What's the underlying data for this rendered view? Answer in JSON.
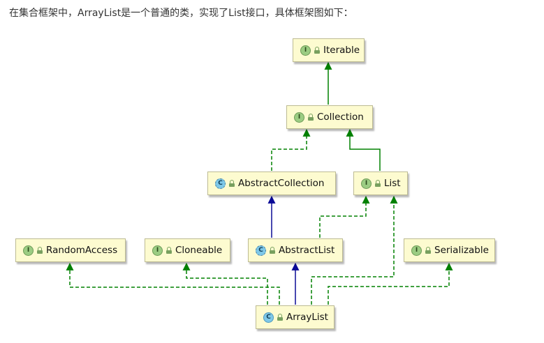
{
  "caption": "在集合框架中，ArrayList是一个普通的类，实现了List接口，具体框架图如下：",
  "colors": {
    "implements_arrow": "#008000",
    "extends_arrow": "#0a0a96",
    "node_fill": "#fdfbd0",
    "interface_badge": "#9bcc82",
    "class_badge": "#7ec8e8"
  },
  "nodes": {
    "iterable": {
      "label": "Iterable",
      "kind": "interface",
      "badge": "I"
    },
    "collection": {
      "label": "Collection",
      "kind": "interface",
      "badge": "I"
    },
    "abstract_collection": {
      "label": "AbstractCollection",
      "kind": "abstract-class",
      "badge": "C"
    },
    "list": {
      "label": "List",
      "kind": "interface",
      "badge": "I"
    },
    "random_access": {
      "label": "RandomAccess",
      "kind": "interface",
      "badge": "I"
    },
    "cloneable": {
      "label": "Cloneable",
      "kind": "interface",
      "badge": "I"
    },
    "abstract_list": {
      "label": "AbstractList",
      "kind": "abstract-class",
      "badge": "C"
    },
    "serializable": {
      "label": "Serializable",
      "kind": "interface",
      "badge": "I"
    },
    "array_list": {
      "label": "ArrayList",
      "kind": "class",
      "badge": "C"
    }
  },
  "edges": [
    {
      "from": "collection",
      "to": "iterable",
      "relation": "extends-interface",
      "style": "solid",
      "color": "green"
    },
    {
      "from": "abstract_collection",
      "to": "collection",
      "relation": "implements",
      "style": "dashed",
      "color": "green"
    },
    {
      "from": "list",
      "to": "collection",
      "relation": "extends-interface",
      "style": "solid",
      "color": "green"
    },
    {
      "from": "abstract_list",
      "to": "abstract_collection",
      "relation": "extends",
      "style": "solid",
      "color": "blue"
    },
    {
      "from": "abstract_list",
      "to": "list",
      "relation": "implements",
      "style": "dashed",
      "color": "green"
    },
    {
      "from": "array_list",
      "to": "random_access",
      "relation": "implements",
      "style": "dashed",
      "color": "green"
    },
    {
      "from": "array_list",
      "to": "cloneable",
      "relation": "implements",
      "style": "dashed",
      "color": "green"
    },
    {
      "from": "array_list",
      "to": "abstract_list",
      "relation": "extends",
      "style": "solid",
      "color": "blue"
    },
    {
      "from": "array_list",
      "to": "list",
      "relation": "implements",
      "style": "dashed",
      "color": "green"
    },
    {
      "from": "array_list",
      "to": "serializable",
      "relation": "implements",
      "style": "dashed",
      "color": "green"
    }
  ]
}
